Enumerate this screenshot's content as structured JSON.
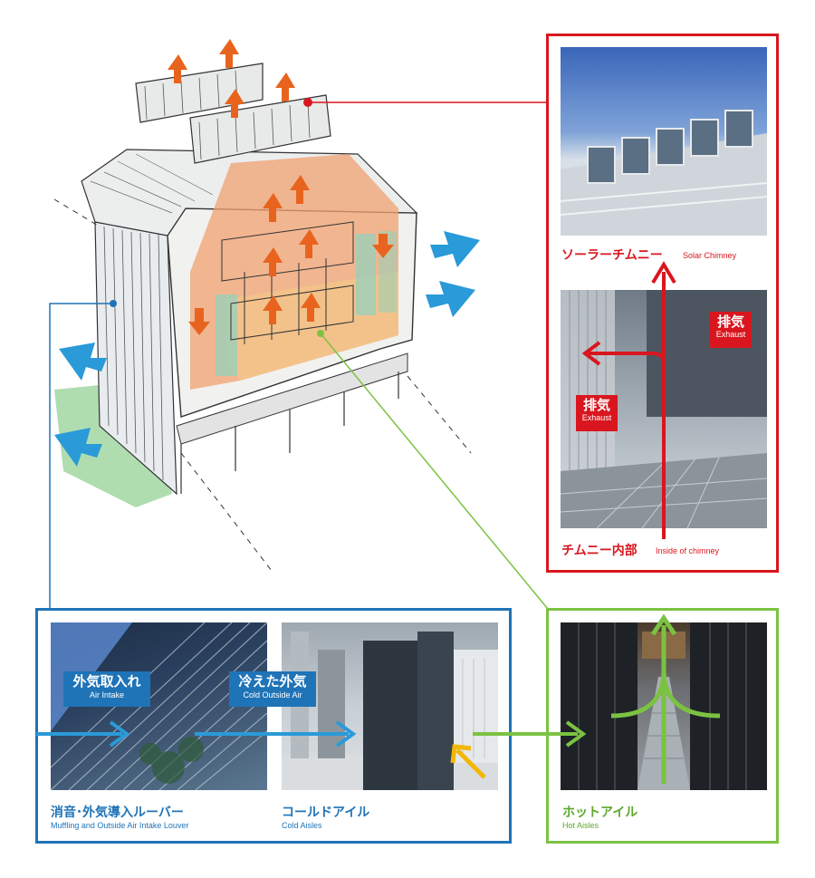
{
  "colors": {
    "exhaust_red": "#d9161f",
    "intake_blue": "#1f73b7",
    "airflow_blue": "#2a9ad8",
    "hot_green": "#7cc242",
    "warm_arrow_orange": "#e8641e",
    "cold_arrow_yellow": "#f2b705"
  },
  "solar_chimney": {
    "label_jp": "ソーラーチムニー",
    "label_en": "Solar Chimney"
  },
  "chimney_inside": {
    "label_jp": "チムニー内部",
    "label_en": "Inside of chimney",
    "badge_right": {
      "jp": "排気",
      "en": "Exhaust"
    },
    "badge_left": {
      "jp": "排気",
      "en": "Exhaust"
    }
  },
  "louver": {
    "label_jp": "消音･外気導入ルーバー",
    "label_en": "Muffling and Outside Air Intake Louver",
    "tag": {
      "jp": "外気取入れ",
      "en": "Air Intake"
    }
  },
  "cold_aisle": {
    "label_jp": "コールドアイル",
    "label_en": "Cold Aisles",
    "tag": {
      "jp": "冷えた外気",
      "en": "Cold Outside Air"
    }
  },
  "hot_aisle": {
    "label_jp": "ホットアイル",
    "label_en": "Hot Aisles"
  },
  "icons": {
    "intake_arrow": "blue-arrow-icon",
    "exhaust_arrow": "orange-arrow-icon"
  }
}
